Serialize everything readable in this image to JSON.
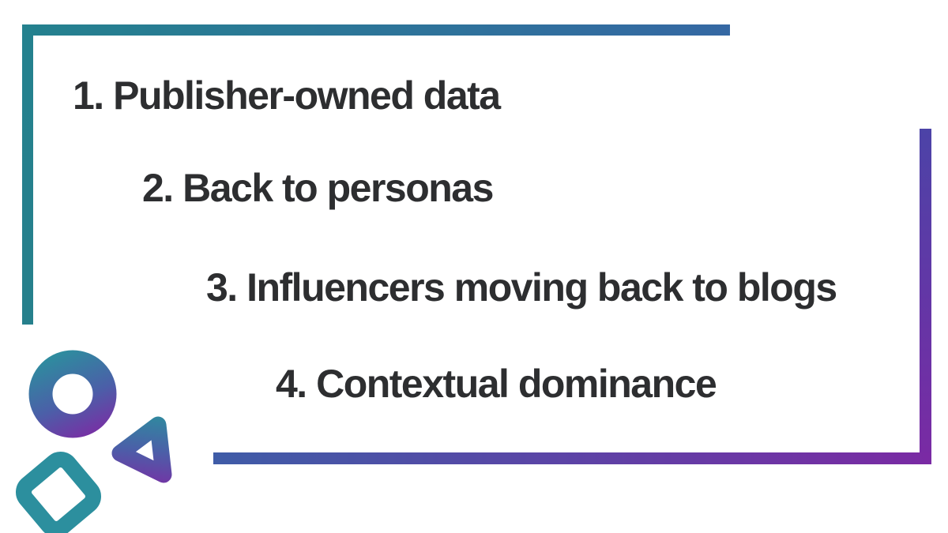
{
  "slide": {
    "kind": "presentation-slide",
    "list": {
      "items": [
        {
          "text": "1. Publisher-owned data"
        },
        {
          "text": "2. Back to personas"
        },
        {
          "text": "3. Influencers moving back to blogs"
        },
        {
          "text": "4. Contextual dominance"
        }
      ]
    },
    "logo": {
      "shapes": [
        "circle-outline",
        "triangle-outline",
        "rounded-square-outline"
      ]
    }
  },
  "colors": {
    "background": "#FFFFFF",
    "text": "#2D2E30",
    "teal": "#24818E",
    "teal_dark": "#26808C",
    "teal_bright": "#2C8F9E",
    "steel_blue": "#3568A3",
    "steel_blue2": "#3F5CA7",
    "indigo": "#4C43A7",
    "indigo_mid": "#4B5FA8",
    "purple": "#7A2AA4",
    "purple_deep": "#7C2BA4"
  }
}
